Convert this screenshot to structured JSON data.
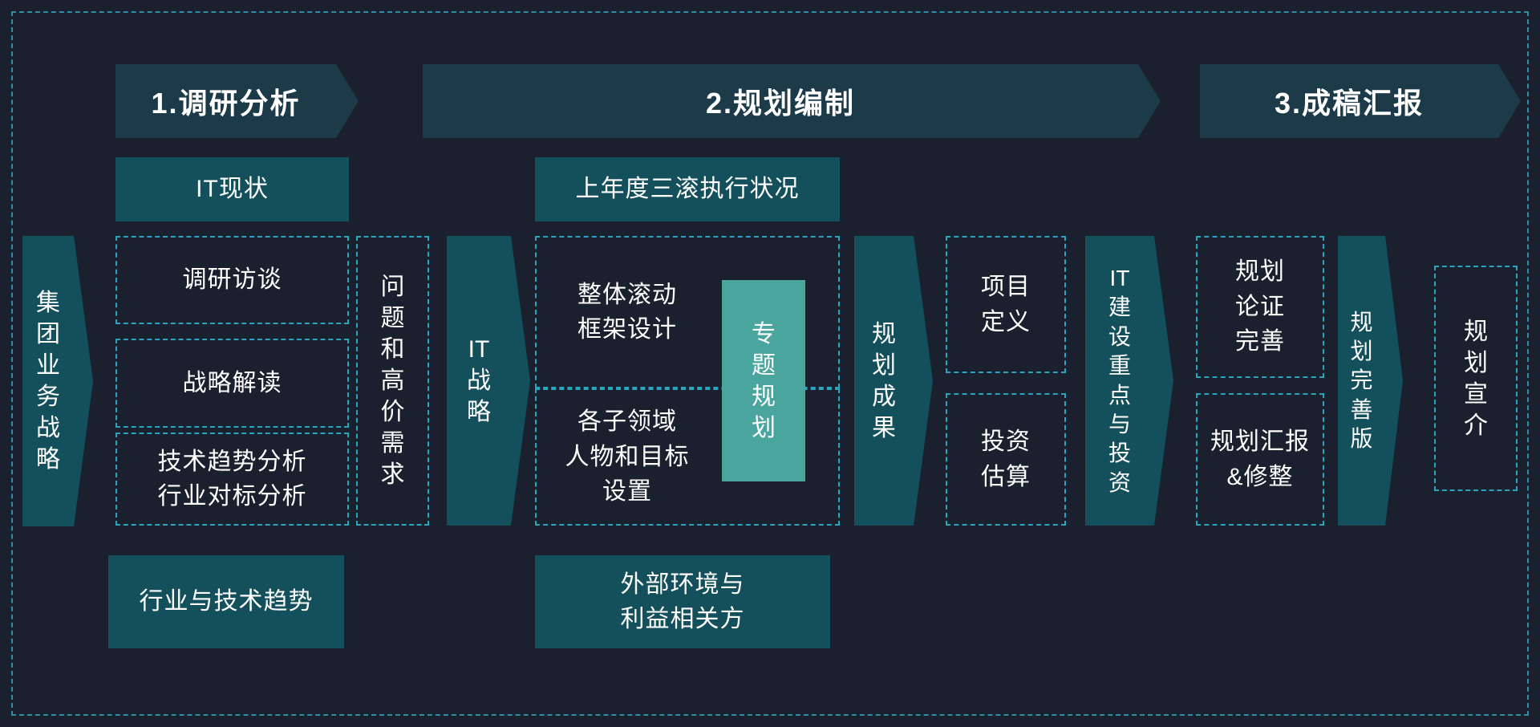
{
  "colors": {
    "background": "#1a202e",
    "banner_fill": "#1c3a48",
    "solid_box_fill": "#14505c",
    "highlight_box_fill": "#4aa59f",
    "dashed_border": "#2aa5bf",
    "text": "#ffffff"
  },
  "group_strategy": "集团业务战略",
  "stage1": {
    "banner": "1.调研分析",
    "it_current_state": "IT现状",
    "research_interview": "调研访谈",
    "strategy_interpretation": "战略解读",
    "tech_trend": [
      "技术趋势分析",
      "行业对标分析"
    ],
    "industry_tech_trend": "行业与技术趋势",
    "problems_needs": "问题和高价需求",
    "it_strategy": [
      "IT",
      "战",
      "略"
    ]
  },
  "stage2": {
    "banner": "2.规划编制",
    "last_year_rolling": "上年度三滚执行状况",
    "overall_rolling_framework": [
      "整体滚动",
      "框架设计"
    ],
    "subdomain_targets": [
      "各子领域",
      "人物和目标",
      "设置"
    ],
    "special_topic_planning": "专题规划",
    "external_environment": [
      "外部环境与",
      "利益相关方"
    ],
    "planning_results": "规划成果",
    "project_definition": [
      "项目",
      "定义"
    ],
    "investment_estimate": [
      "投资",
      "估算"
    ],
    "it_construction_focus": [
      "IT",
      "建",
      "设",
      "重",
      "点",
      "与",
      "投",
      "资"
    ]
  },
  "stage3": {
    "banner": "3.成稿汇报",
    "plan_validation": [
      "规划",
      "论证",
      "完善"
    ],
    "plan_report_revision": [
      "规划汇报",
      "&修整"
    ],
    "plan_final_version": "规划完善版",
    "plan_promotion": "规划宣介"
  }
}
